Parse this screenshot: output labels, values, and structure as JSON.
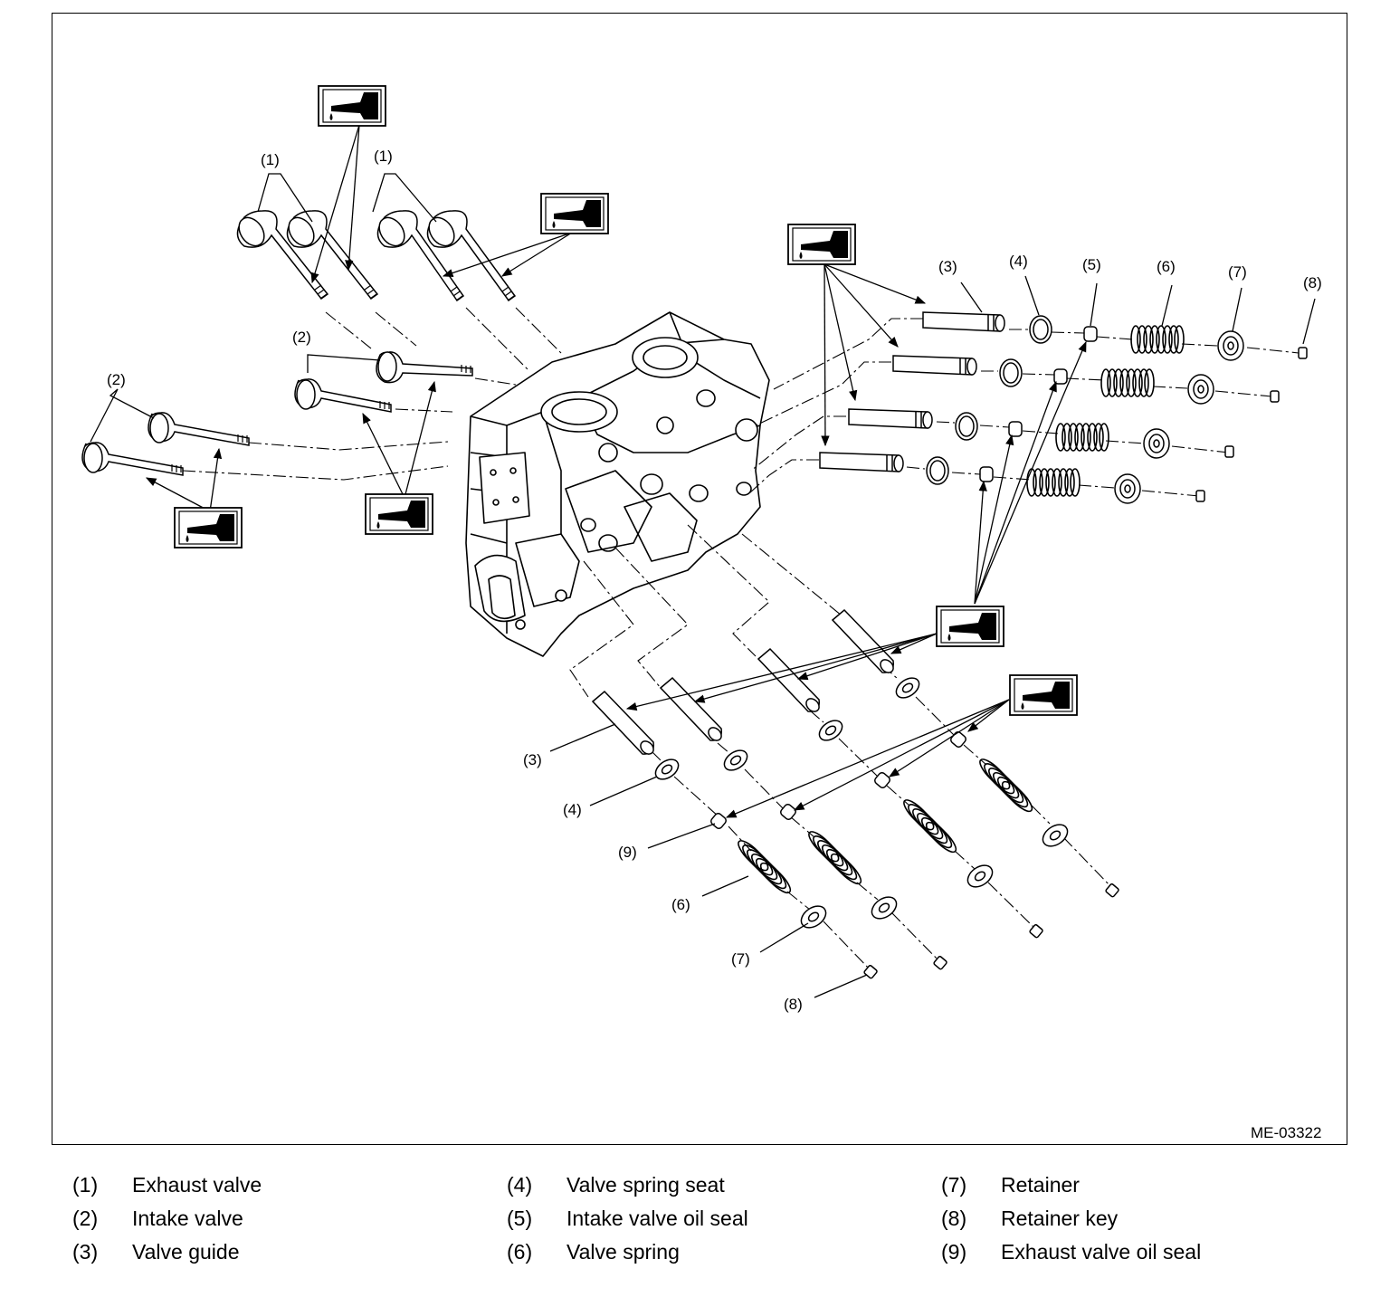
{
  "figure": {
    "reference_code": "ME-03322",
    "callouts": {
      "c1": "(1)",
      "c2": "(2)",
      "c3": "(3)",
      "c4": "(4)",
      "c5": "(5)",
      "c6": "(6)",
      "c7": "(7)",
      "c8": "(8)",
      "c9": "(9)"
    },
    "icons": [
      "oil-can-icon"
    ]
  },
  "legend": [
    {
      "num": "(1)",
      "name": "Exhaust valve"
    },
    {
      "num": "(2)",
      "name": "Intake valve"
    },
    {
      "num": "(3)",
      "name": "Valve guide"
    },
    {
      "num": "(4)",
      "name": "Valve spring seat"
    },
    {
      "num": "(5)",
      "name": "Intake valve oil seal"
    },
    {
      "num": "(6)",
      "name": "Valve spring"
    },
    {
      "num": "(7)",
      "name": "Retainer"
    },
    {
      "num": "(8)",
      "name": "Retainer key"
    },
    {
      "num": "(9)",
      "name": "Exhaust valve oil seal"
    }
  ]
}
